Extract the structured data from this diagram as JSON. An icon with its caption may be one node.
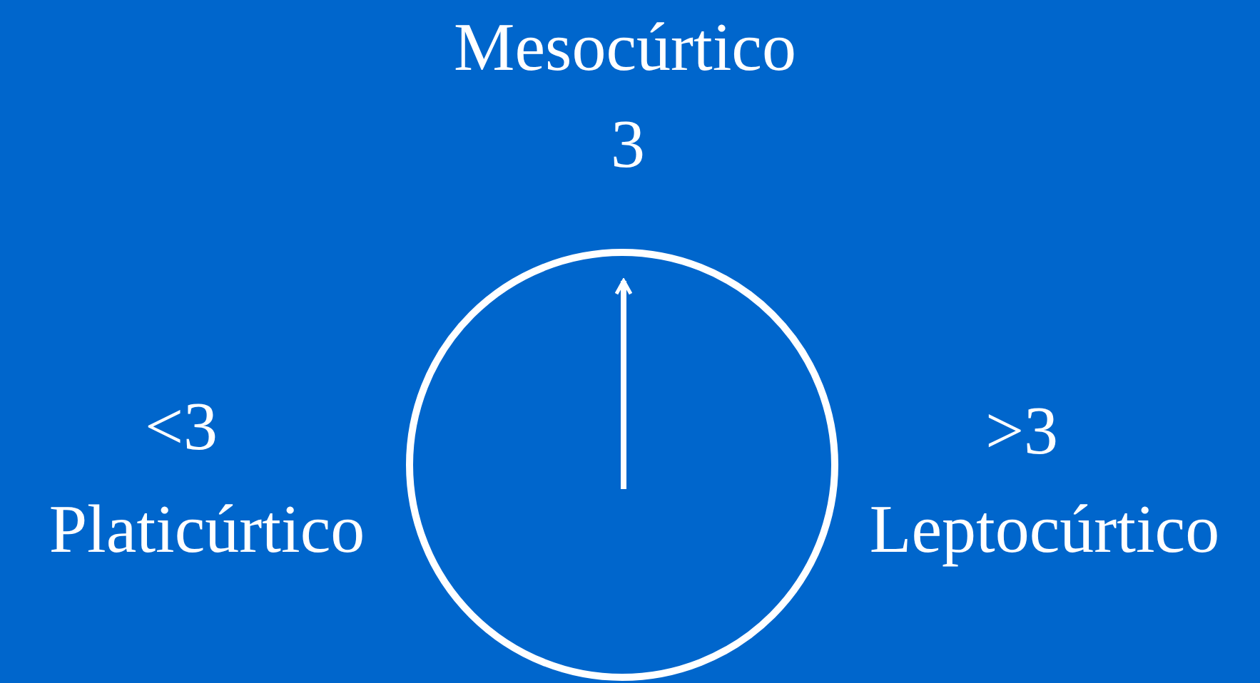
{
  "diagram": {
    "labels": [
      "Mesocúrtico",
      "3",
      "<3",
      "Platicúrtico",
      ">3",
      "Leptocúrtico"
    ]
  }
}
